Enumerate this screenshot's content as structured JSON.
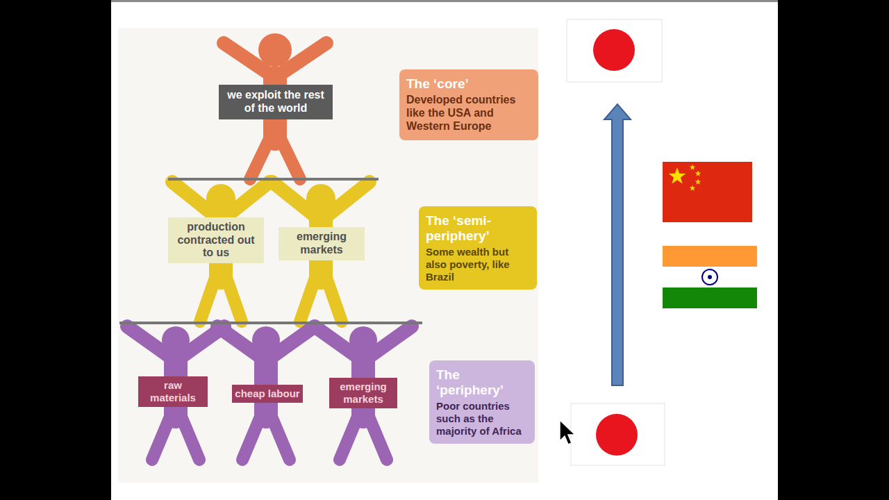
{
  "diagram": {
    "nodes": [
      {
        "text": [
          "we exploit the rest of the world"
        ]
      },
      {
        "text": [
          "The ‘core’",
          "Developed countries like the USA and Western Europe"
        ]
      },
      {
        "text": [
          "production contracted out to us"
        ]
      },
      {
        "text": [
          "emerging markets"
        ]
      },
      {
        "text": [
          "The ‘semi-periphery’",
          "Some wealth but also poverty, like Brazil"
        ]
      },
      {
        "text": [
          "raw materials"
        ]
      },
      {
        "text": [
          "cheap labour"
        ]
      },
      {
        "text": [
          "emerging markets"
        ]
      },
      {
        "text": [
          "The ‘periphery’",
          "Poor countries such as the majority of Africa"
        ]
      }
    ]
  }
}
